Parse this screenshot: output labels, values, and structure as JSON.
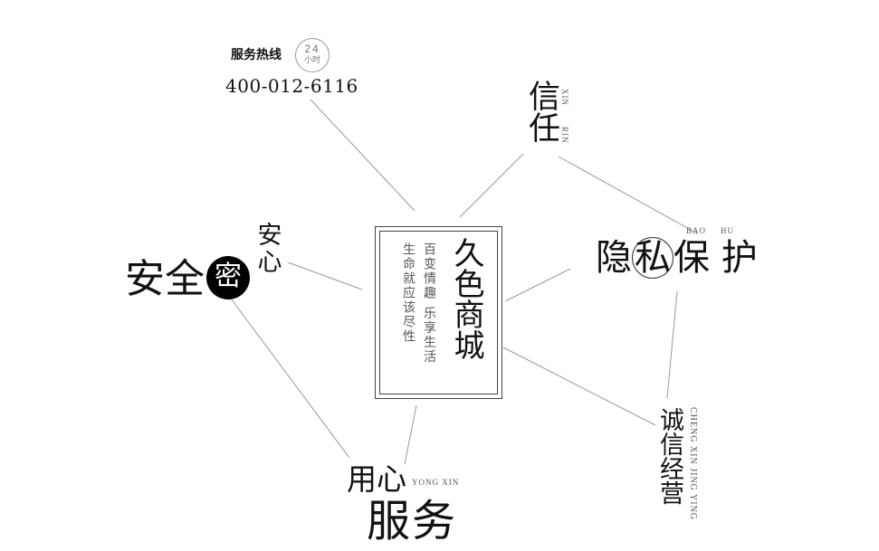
{
  "hotline": {
    "label": "服务热线",
    "badge_number": "24",
    "badge_unit": "小时",
    "number": "400-012-6116"
  },
  "center": {
    "title": "久色商城",
    "line1": "百变情趣 乐享生活",
    "line2": "生命就应该尽性"
  },
  "trust": {
    "text": "信任",
    "pinyin_1": "XIN",
    "pinyin_2": "RIN"
  },
  "privacy": {
    "char_1": "隐",
    "char_circled": "私",
    "char_3": "保",
    "char_4": "护",
    "pinyin_1": "BAO",
    "pinyin_2": "HU"
  },
  "integrity": {
    "text": "诚信经营",
    "pinyin": "CHENG XIN JING YING"
  },
  "service": {
    "small": "用心",
    "pinyin": "YONG XIN",
    "big": "服务"
  },
  "safety": {
    "text": "安全",
    "circled": "密",
    "small": "安心"
  },
  "colors": {
    "line": "#9a9a9a",
    "text": "#111111",
    "muted": "#555555"
  }
}
